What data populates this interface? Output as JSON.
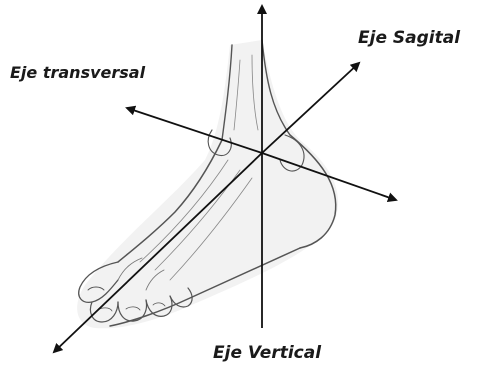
{
  "labels": {
    "sagittal": "Eje Sagital",
    "transverse": "Eje transversal",
    "vertical": "Eje Vertical"
  },
  "colors": {
    "axis": "#111111",
    "sketch": "#555555",
    "label": "#1a1a1a"
  },
  "icons": {
    "illustration": "foot-sketch"
  }
}
